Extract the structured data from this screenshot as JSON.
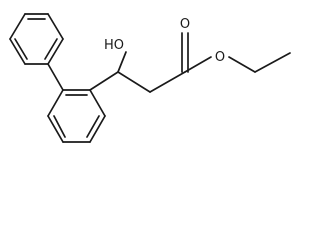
{
  "structure": {
    "labels": {
      "hydroxyl": "HO",
      "carbonyl_oxygen": "O",
      "ester_oxygen": "O"
    },
    "colors": {
      "bond": "#1a1a1a",
      "background": "#ffffff"
    }
  }
}
